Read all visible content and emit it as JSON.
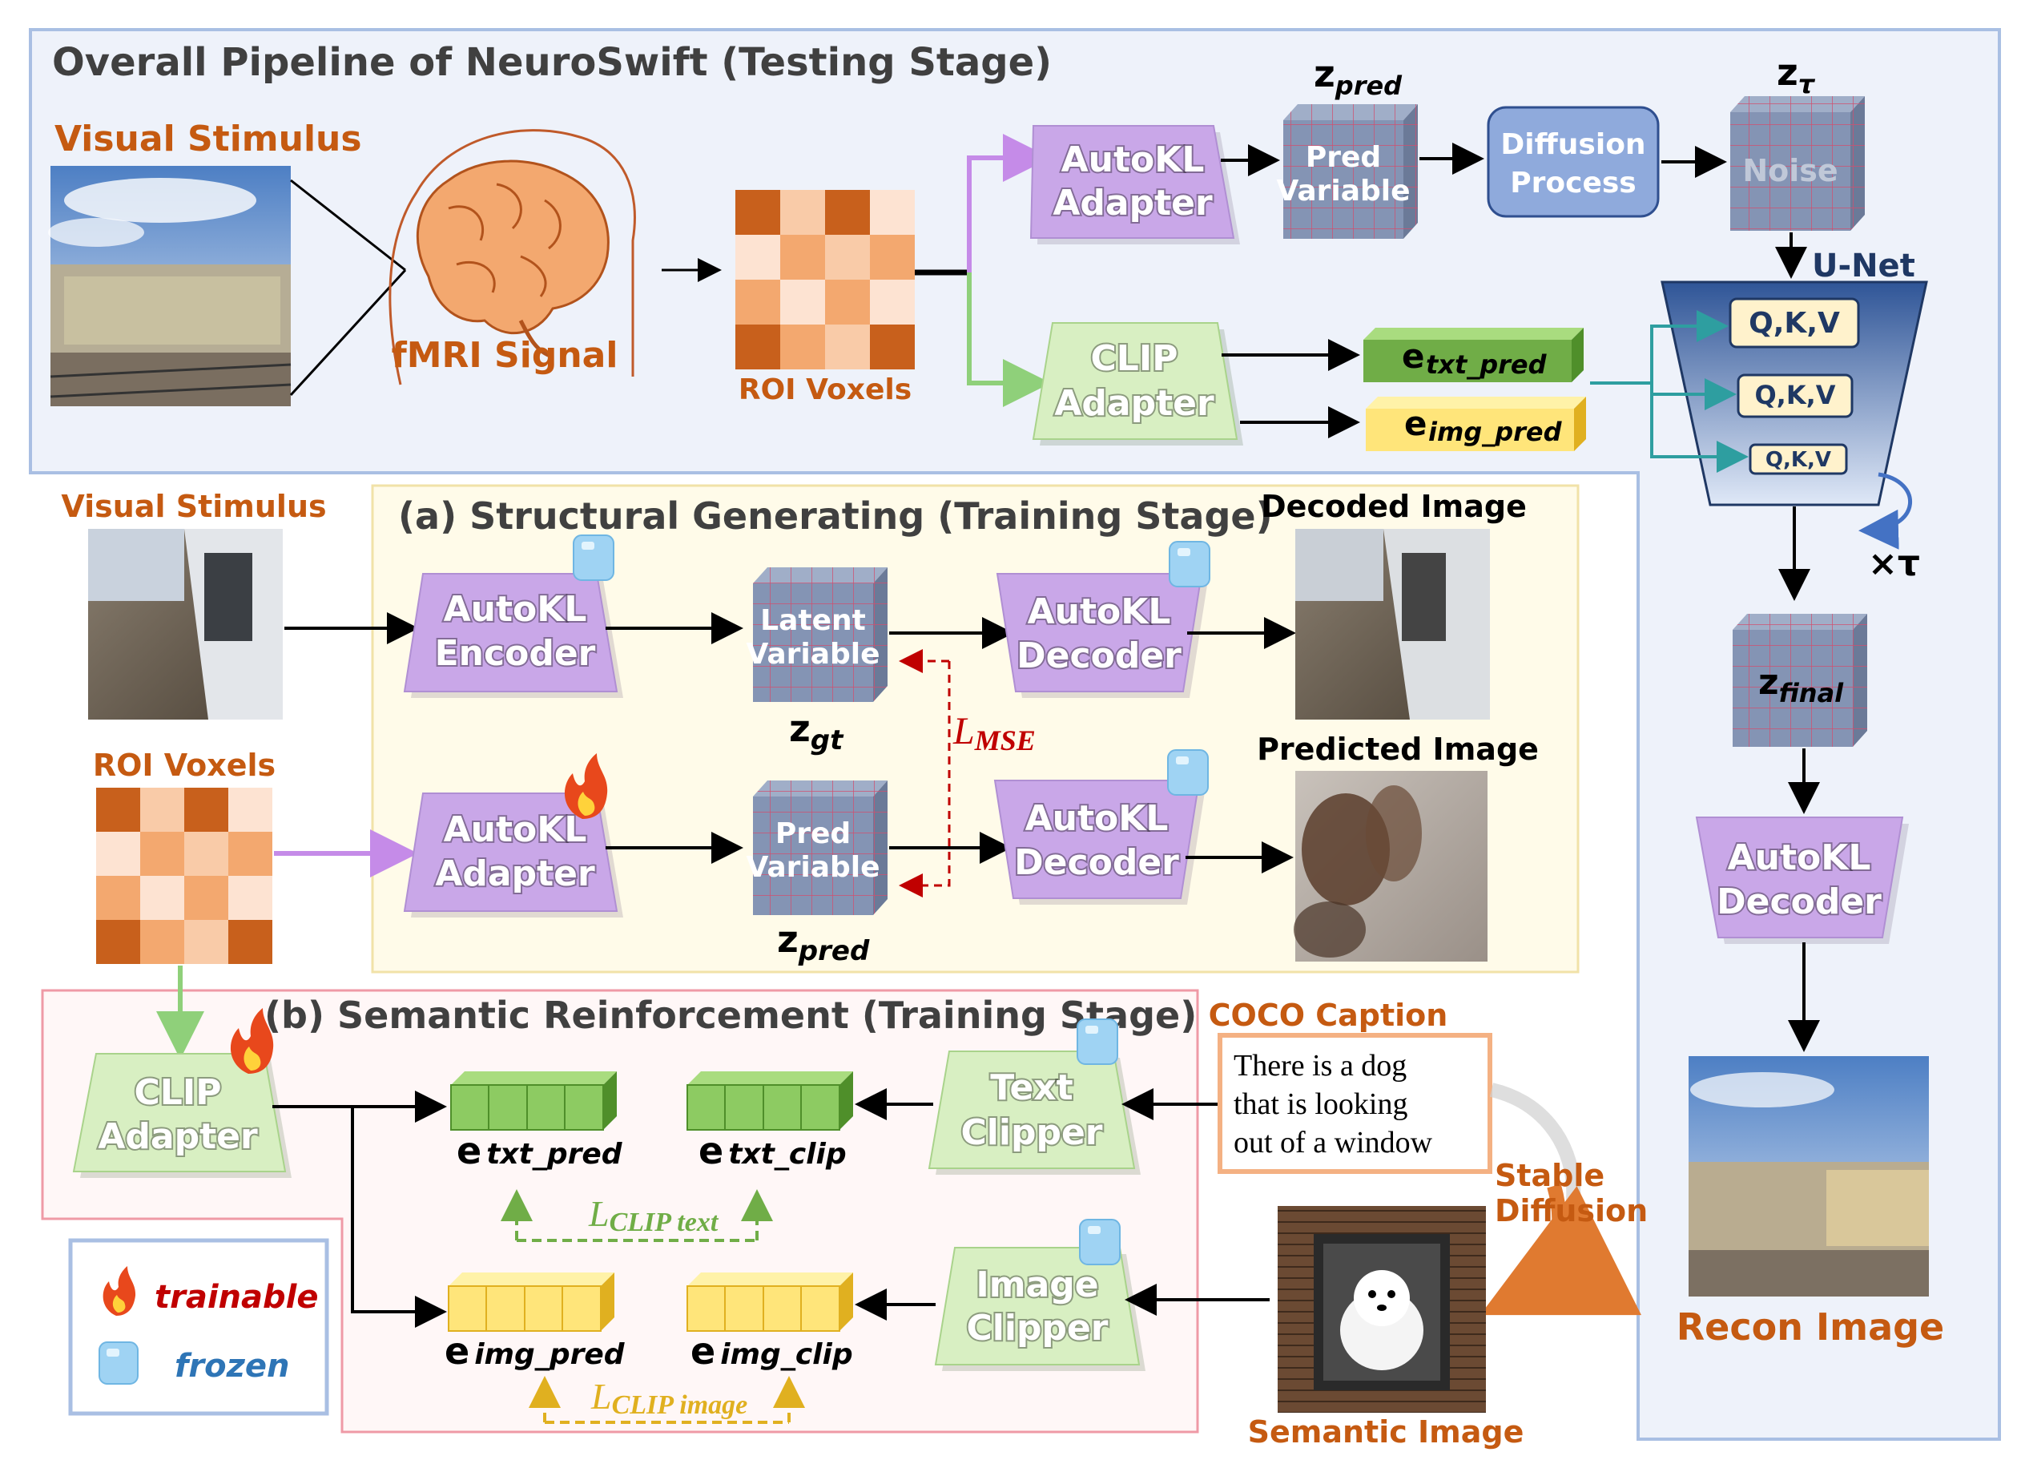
{
  "titles": {
    "overall": "Overall Pipeline of NeuroSwift (Testing Stage)",
    "structural": "(a) Structural Generating (Training Stage)",
    "semantic": "(b) Semantic Reinforcement (Training Stage)"
  },
  "labels": {
    "visual_stimulus": "Visual Stimulus",
    "fmri_signal": "fMRI Signal",
    "roi_voxels": "ROI Voxels",
    "decoded_image": "Decoded Image",
    "predicted_image": "Predicted Image",
    "recon_image": "Recon Image",
    "semantic_image": "Semantic Image",
    "coco_caption": "COCO Caption",
    "stable": "Stable",
    "diffusion": "Diffusion",
    "unet": "U-Net",
    "times_tau": "×τ"
  },
  "modules": {
    "autokl": "AutoKL",
    "adapter": "Adapter",
    "encoder": "Encoder",
    "decoder": "Decoder",
    "clip": "CLIP",
    "text": "Text",
    "image": "Image",
    "clipper": "Clipper",
    "diffusion": "Diffusion",
    "process": "Process"
  },
  "cubes": {
    "pred": "Pred",
    "variable": "Variable",
    "latent": "Latent",
    "noise": "Noise"
  },
  "qkv": "Q,K,V",
  "symbols": {
    "z": "z",
    "e": "e",
    "L": "L",
    "pred_sub": "pred",
    "tau_sub": "τ",
    "gt_sub": "gt",
    "final_sub": "final",
    "txt_pred": "txt_pred",
    "img_pred": "img_pred",
    "txt_clip": "txt_clip",
    "img_clip": "img_clip",
    "mse": "MSE",
    "clip_text": "CLIP text",
    "clip_image": "CLIP image"
  },
  "caption_lines": [
    "There is a dog",
    "that is looking",
    "out of a window"
  ],
  "legend": {
    "trainable": "trainable",
    "frozen": "frozen"
  },
  "colors": {
    "purple": "#c9a7e8",
    "green": "#c6e6a8",
    "blue_box": "#8faadc",
    "cube": "#8090b0",
    "orange_text": "#c55a11",
    "dark_blue": "#1f3864"
  }
}
